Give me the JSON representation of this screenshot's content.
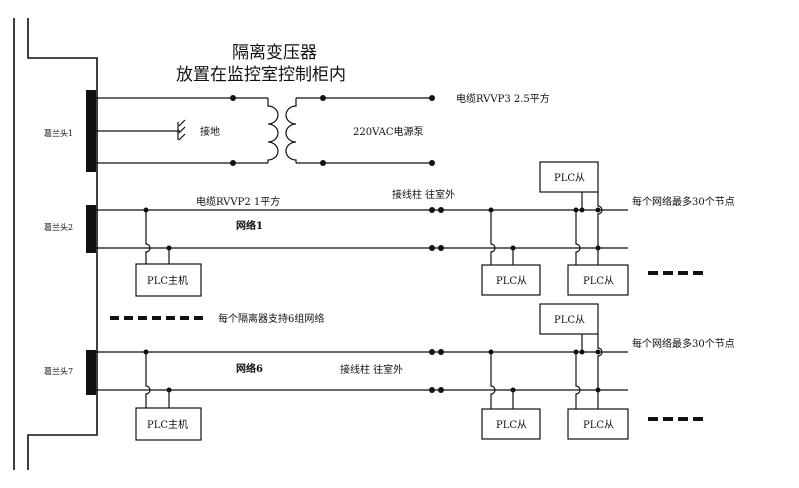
{
  "title_line1": "隔离变压器",
  "title_line2": "放置在监控室控制柜内",
  "connectors": {
    "c1": "葛兰头1",
    "c2": "葛兰头2",
    "c7": "葛兰头7"
  },
  "transformer": {
    "ground_label": "接地",
    "source_label": "220VAC电源泵",
    "cable_label": "电缆RVVP3 2.5平方"
  },
  "net1": {
    "cable_label": "电缆RVVP2 1平方",
    "name": "网络1",
    "terminal_label": "接线柱 往室外",
    "max_nodes": "每个网络最多30个节点",
    "master": "PLC主机",
    "slave": "PLC从"
  },
  "middle_note": "每个隔离器支持6组网络",
  "net6": {
    "name": "网络6",
    "terminal_label": "接线柱 往室外",
    "max_nodes": "每个网络最多30个节点",
    "master": "PLC主机",
    "slave": "PLC从"
  }
}
